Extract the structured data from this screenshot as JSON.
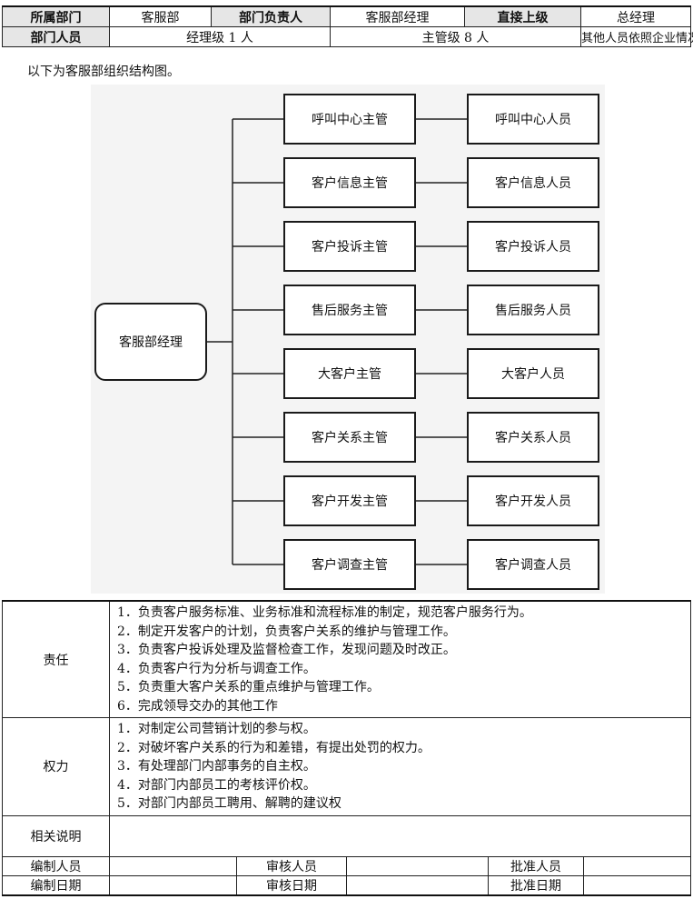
{
  "header": {
    "row1": {
      "dept_label": "所属部门",
      "dept_value": "客服部",
      "head_label": "部门负责人",
      "head_value": "客服部经理",
      "superior_label": "直接上级",
      "superior_value": "总经理"
    },
    "row2": {
      "staff_label": "部门人员",
      "manager_level": "经理级 1 人",
      "supervisor_level": "主管级 8 人",
      "others": "其他人员依照企业情况编制"
    }
  },
  "intro_text": "以下为客服部组织结构图。",
  "org_chart": {
    "root": "客服部经理",
    "branches": [
      {
        "supervisor": "呼叫中心主管",
        "staff": "呼叫中心人员"
      },
      {
        "supervisor": "客户信息主管",
        "staff": "客户信息人员"
      },
      {
        "supervisor": "客户投诉主管",
        "staff": "客户投诉人员"
      },
      {
        "supervisor": "售后服务主管",
        "staff": "售后服务人员"
      },
      {
        "supervisor": "大客户主管",
        "staff": "大客户人员"
      },
      {
        "supervisor": "客户关系主管",
        "staff": "客户关系人员"
      },
      {
        "supervisor": "客户开发主管",
        "staff": "客户开发人员"
      },
      {
        "supervisor": "客户调查主管",
        "staff": "客户调查人员"
      }
    ]
  },
  "responsibilities": {
    "label": "责任",
    "items": [
      "1．负责客户服务标准、业务标准和流程标准的制定，规范客户服务行为。",
      "2．制定开发客户的计划，负责客户关系的维护与管理工作。",
      "3．负责客户投诉处理及监督检查工作，发现问题及时改正。",
      "4．负责客户行为分析与调查工作。",
      "5．负责重大客户关系的重点维护与管理工作。",
      "6．完成领导交办的其他工作"
    ]
  },
  "authority": {
    "label": "权力",
    "items": [
      "1．对制定公司营销计划的参与权。",
      "2．对破坏客户关系的行为和差错，有提出处罚的权力。",
      "3．有处理部门内部事务的自主权。",
      "4．对部门内部员工的考核评价权。",
      "5．对部门内部员工聘用、解聘的建议权"
    ]
  },
  "notes": {
    "label": "相关说明",
    "value": ""
  },
  "signoff": {
    "prepared_by": "编制人员",
    "reviewed_by": "审核人员",
    "approved_by": "批准人员",
    "prepared_date": "编制日期",
    "reviewed_date": "审核日期",
    "approved_date": "批准日期"
  }
}
